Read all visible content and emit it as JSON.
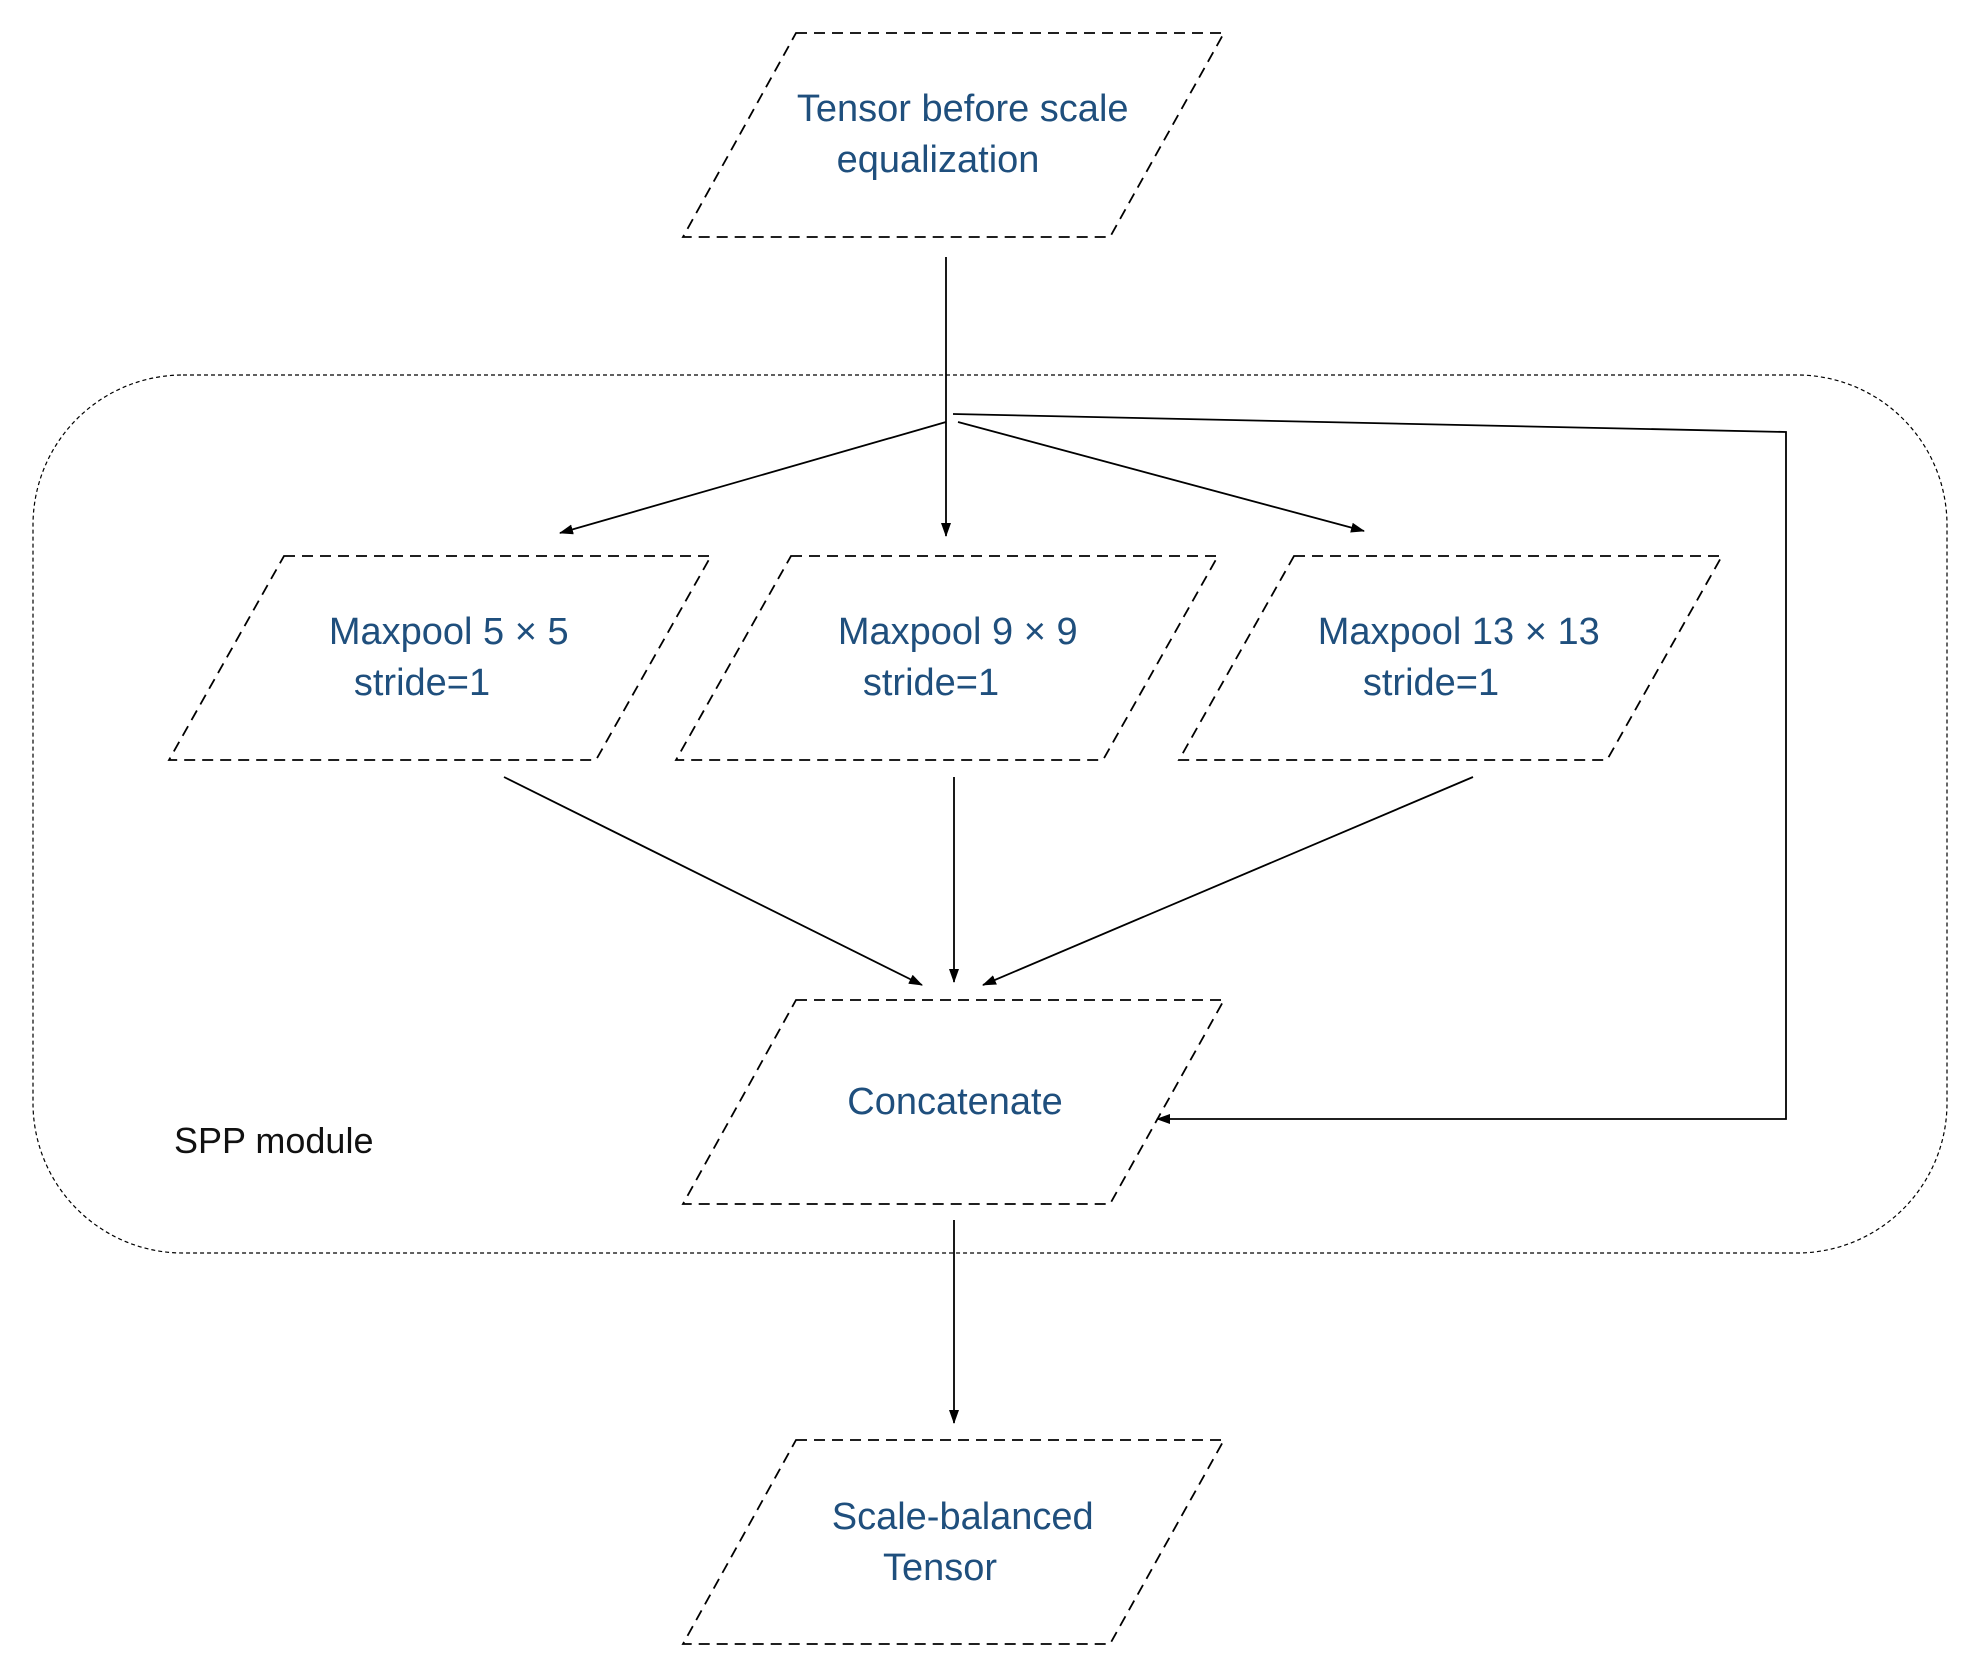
{
  "colors": {
    "node_text": "#1f4f7d",
    "line": "#000000",
    "background": "#ffffff"
  },
  "module": {
    "label": "SPP module"
  },
  "nodes": {
    "input": {
      "lines": [
        "Tensor before scale",
        "equalization"
      ]
    },
    "maxpool_5": {
      "lines": [
        "Maxpool 5 × 5",
        "stride=1"
      ]
    },
    "maxpool_9": {
      "lines": [
        "Maxpool 9 × 9",
        "stride=1"
      ]
    },
    "maxpool_13": {
      "lines": [
        "Maxpool 13 × 13",
        "stride=1"
      ]
    },
    "concat": {
      "lines": [
        "Concatenate"
      ]
    },
    "output": {
      "lines": [
        "Scale-balanced",
        "Tensor"
      ]
    }
  },
  "edges": [
    {
      "from": "input",
      "to": "maxpool_5"
    },
    {
      "from": "input",
      "to": "maxpool_9"
    },
    {
      "from": "input",
      "to": "maxpool_13"
    },
    {
      "from": "input",
      "to": "concat",
      "label": ""
    },
    {
      "from": "maxpool_5",
      "to": "concat"
    },
    {
      "from": "maxpool_9",
      "to": "concat"
    },
    {
      "from": "maxpool_13",
      "to": "concat"
    },
    {
      "from": "concat",
      "to": "output"
    }
  ]
}
